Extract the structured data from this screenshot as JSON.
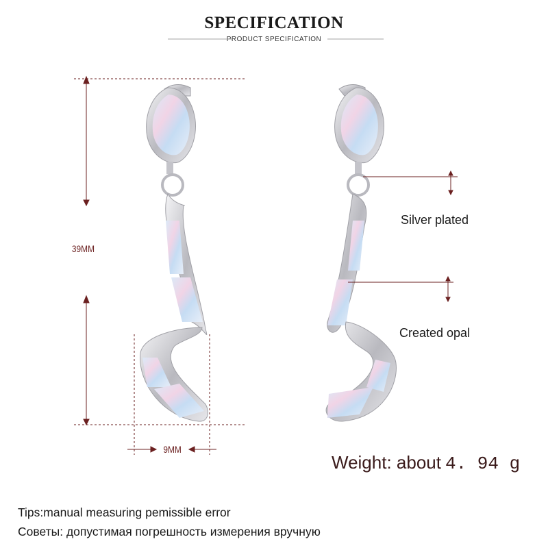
{
  "header": {
    "title": "SPECIFICATION",
    "subtitle": "PRODUCT SPECIFICATION"
  },
  "dimensions": {
    "length_label": "39MM",
    "width_label": "9MM"
  },
  "callouts": {
    "silver": "Silver plated",
    "opal": "Created opal"
  },
  "weight": {
    "label": "Weight: about",
    "value": "4. 94 g"
  },
  "tips": {
    "english": "Tips:manual measuring pemissible error",
    "russian": "Советы: допустимая погрешность измерения вручную"
  },
  "colors": {
    "dimension_line": "#6b2020",
    "silver": "#c8c8cc",
    "opal": "#cfe3f5"
  }
}
